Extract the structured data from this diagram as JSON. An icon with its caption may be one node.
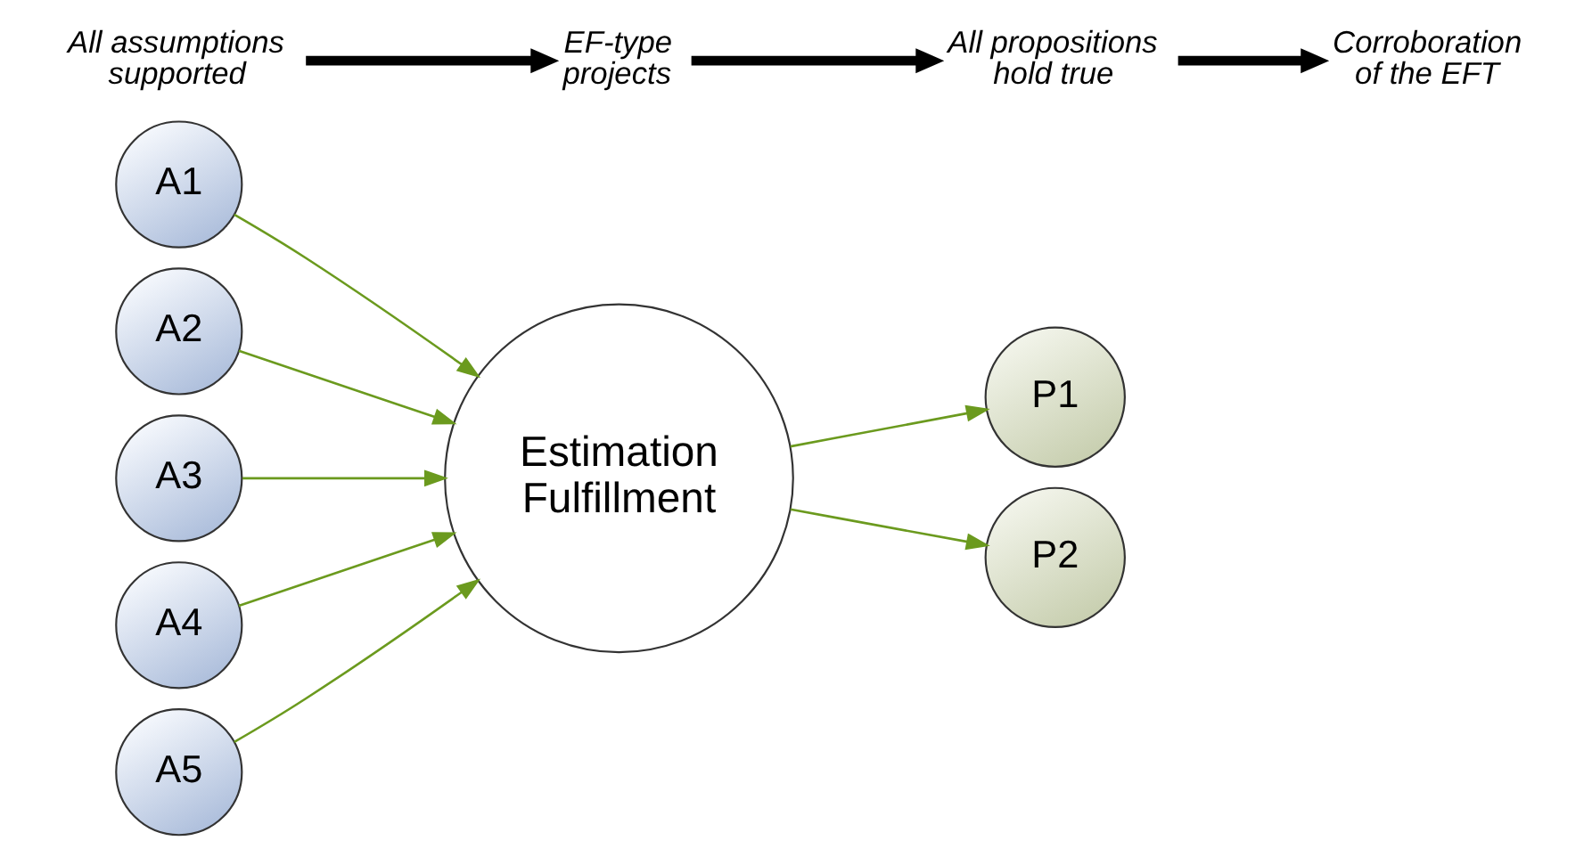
{
  "diagram": {
    "nodes": [
      {
        "text": [
          "A1"
        ]
      },
      {
        "text": [
          "A2"
        ]
      },
      {
        "text": [
          "A3"
        ]
      },
      {
        "text": [
          "A4"
        ]
      },
      {
        "text": [
          "A5"
        ]
      },
      {
        "text": [
          "Estimation Fulfillment"
        ]
      },
      {
        "text": [
          "P1"
        ]
      },
      {
        "text": [
          "P2"
        ]
      },
      {
        "text": [
          "All assumptions supported"
        ]
      },
      {
        "text": [
          "EF-type projects"
        ]
      },
      {
        "text": [
          "All propositions hold true"
        ]
      },
      {
        "text": [
          "Corroboration of the EFT"
        ]
      }
    ],
    "edges": [
      {
        "from": 0,
        "to": 5,
        "arrow": "to"
      },
      {
        "from": 1,
        "to": 5,
        "arrow": "to"
      },
      {
        "from": 2,
        "to": 5,
        "arrow": "to"
      },
      {
        "from": 3,
        "to": 5,
        "arrow": "to"
      },
      {
        "from": 4,
        "to": 5,
        "arrow": "to"
      },
      {
        "from": 5,
        "to": 6,
        "arrow": "to"
      },
      {
        "from": 5,
        "to": 7,
        "arrow": "to"
      },
      {
        "from": 8,
        "to": 9,
        "arrow": "to",
        "style": "thick",
        "color": "#000000"
      },
      {
        "from": 9,
        "to": 10,
        "arrow": "to",
        "style": "thick",
        "color": "#000000"
      },
      {
        "from": 10,
        "to": 11,
        "arrow": "to",
        "style": "thick",
        "color": "#000000"
      }
    ]
  }
}
